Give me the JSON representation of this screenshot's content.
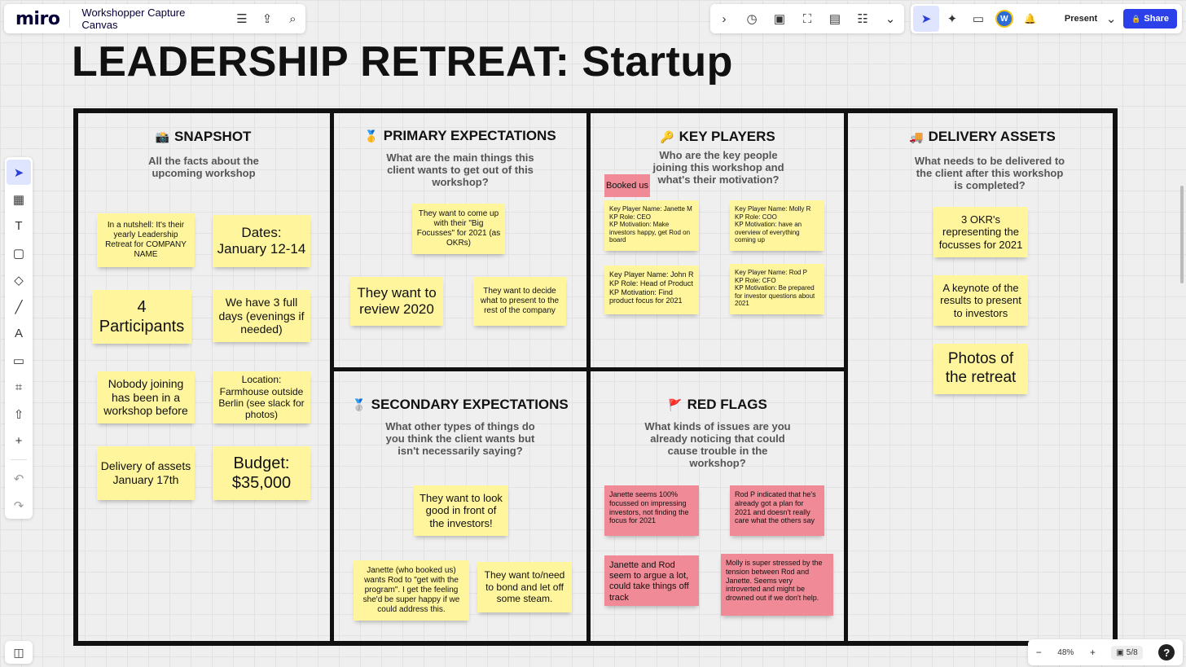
{
  "app": {
    "logo": "miro",
    "board_title": "Workshopper Capture Canvas",
    "present_label": "Present",
    "share_label": "Share",
    "avatar_initial": "W"
  },
  "icons": {
    "chevron_right": "›",
    "menu": "☰",
    "upload": "⇪",
    "search": "⌕",
    "timer": "◷",
    "voting": "▣",
    "capture": "⛶",
    "cards": "▤",
    "notes": "☷",
    "more": "⌄",
    "cursor": "➤",
    "reactions": "✦",
    "comment": "▭",
    "bell": "🔔",
    "share_lock": "🔒",
    "present_chevron": "⌄"
  },
  "board": {
    "title": "LEADERSHIP RETREAT: Startup",
    "snapshot": {
      "emoji": "📸",
      "title": "SNAPSHOT",
      "subtitle": "All the facts about the upcoming workshop",
      "notes": [
        "In a nutshell: It's their yearly Leadership Retreat for COMPANY NAME",
        "Dates: January 12-14",
        "4 Participants",
        "We have 3 full days (evenings if needed)",
        "Nobody joining has been in a workshop before",
        "Location: Farmhouse outside Berlin (see slack for photos)",
        "Delivery of assets January 17th",
        "Budget: $35,000"
      ]
    },
    "primary": {
      "emoji": "🥇",
      "title": "PRIMARY EXPECTATIONS",
      "subtitle": "What are the main things this client wants to get out of this workshop?",
      "notes": [
        "They want to come up with their \"Big Focusses\" for 2021 (as OKRs)",
        "They want to review 2020",
        "They want to decide what to present to the rest of the company"
      ]
    },
    "key_players": {
      "emoji": "🔑",
      "title": "KEY PLAYERS",
      "subtitle": "Who are the key people joining this workshop and what's their motivation?",
      "booked_label": "Booked us",
      "notes": [
        "Key Player Name: Janette M\nKP Role: CEO\nKP Motivation: Make investors happy, get Rod on board",
        "Key Player Name: Molly R\nKP Role: COO\nKP Motivation: have an overview of everything coming up",
        "Key Player Name: John R\nKP Role: Head of Product\nKP Motivation: Find product focus for 2021",
        "Key Player Name: Rod P\nKP Role: CFO\nKP Motivation: Be prepared for investor questions about 2021"
      ]
    },
    "delivery": {
      "emoji": "🚚",
      "title": "DELIVERY ASSETS",
      "subtitle": "What needs to be delivered to the client after this workshop is completed?",
      "notes": [
        "3 OKR's representing the focusses for 2021",
        "A keynote of the results to present to investors",
        "Photos of the retreat"
      ]
    },
    "secondary": {
      "emoji": "🥈",
      "title": "SECONDARY EXPECTATIONS",
      "subtitle": "What other types of things do you think the client wants but isn't necessarily saying?",
      "notes": [
        "They want to look good in front of the investors!",
        "Janette (who booked us) wants Rod to \"get with the program\". I get the feeling she'd be super happy if we could address this.",
        "They want to/need to bond and let off some steam."
      ]
    },
    "red_flags": {
      "emoji": "🚩",
      "title": "RED FLAGS",
      "subtitle": "What kinds of issues are you already noticing that could cause trouble in the workshop?",
      "notes": [
        "Janette seems 100% focussed on impressing investors, not finding the focus for 2021",
        "Rod P indicated that he's already got a plan for 2021 and doesn't really care what the others say",
        "Janette and Rod seem to argue a lot, could take things off track",
        "Molly is super stressed by the tension between Rod and Janette. Seems very introverted and might be drowned out if we don't help."
      ]
    }
  },
  "left_tools": {
    "select": "➤",
    "templates": "▦",
    "text": "T",
    "sticky": "▢",
    "shapes": "◇",
    "pen": "╱",
    "marker": "A",
    "comment": "▭",
    "frame": "⌗",
    "upload": "⇧",
    "more": "+",
    "undo": "↶",
    "redo": "↷"
  },
  "bottom": {
    "panel_icon": "◫",
    "zoom_out": "−",
    "zoom_level": "48%",
    "zoom_in": "+",
    "frames_icon": "▣",
    "frames_count": "5/8",
    "help": "?"
  },
  "colors": {
    "sticky_yellow": "#fff59d",
    "sticky_red": "#f08a96",
    "accent_blue": "#2b40e8"
  }
}
